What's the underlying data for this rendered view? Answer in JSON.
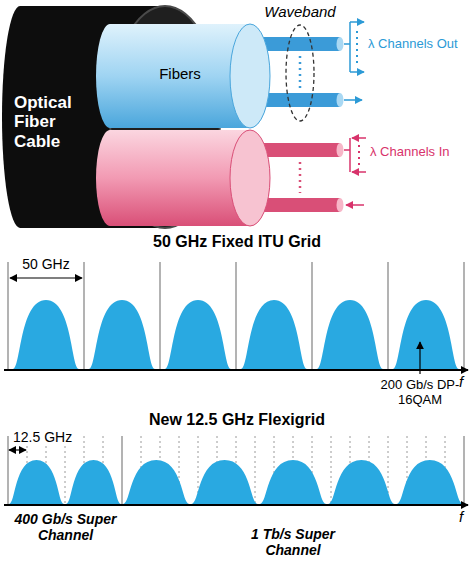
{
  "diagram": {
    "nodes": [
      {
        "text": [
          "Optical Fiber Cable"
        ]
      },
      {
        "text": [
          "Fibers"
        ],
        "in": 0
      }
    ],
    "labels": [
      "Waveband",
      "λ Channels Out",
      "λ Channels In",
      "50 GHz Fixed ITU Grid",
      "50 GHz",
      "200 Gb/s DP-16QAM",
      "f",
      "New 12.5 GHz Flexigrid",
      "12.5 GHz",
      "400 Gb/s Super Channel",
      "f",
      "1 Tb/s Super Channel"
    ]
  }
}
